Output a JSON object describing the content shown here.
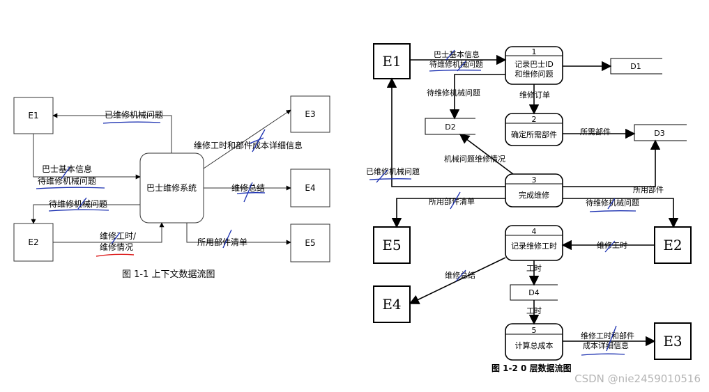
{
  "left": {
    "entities": {
      "e1": "E1",
      "e2": "E2",
      "e3": "E3",
      "e4": "E4",
      "e5": "E5"
    },
    "system": "巴士维修系统",
    "flows": {
      "e1_out": "已维修机械问题",
      "e1_in_1": "巴士基本信息",
      "e1_in_2": "待维修机械问题",
      "to_e2": "待维修机械问题",
      "e2_in_1": "维修工时/",
      "e2_in_2": "维修情况",
      "to_e3": "维修工时和部件成本详细信息",
      "to_e4": "维修总结",
      "to_e5": "所用部件清单"
    },
    "caption": "图 1-1 上下文数据流图"
  },
  "right": {
    "entities": {
      "e1": "E1",
      "e2": "E2",
      "e3": "E3",
      "e4": "E4",
      "e5": "E5"
    },
    "processes": {
      "p1": {
        "num": "1",
        "line1": "记录巴士ID",
        "line2": "和维修问题"
      },
      "p2": {
        "num": "2",
        "line1": "确定所需部件"
      },
      "p3": {
        "num": "3",
        "line1": "完成维修"
      },
      "p4": {
        "num": "4",
        "line1": "记录维修工时"
      },
      "p5": {
        "num": "5",
        "line1": "计算总成本"
      }
    },
    "stores": {
      "d1": "D1",
      "d2": "D2",
      "d3": "D3",
      "d4": "D4"
    },
    "flows": {
      "e1_p1_1": "巴士基本信息",
      "e1_p1_2": "待维修机械问题",
      "p1_d2": "待维修机械问题",
      "p1_p2": "维修订单",
      "p2_d3": "所需部件",
      "p3_d2": "机械问题维修情况",
      "p3_e1": "已维修机械问题",
      "p3_d3": "所用部件",
      "p3_e5": "所用部件清单",
      "e2_p3": "待维修机械问题",
      "e2_p4": "维修工时",
      "p4_e4": "维修总结",
      "p4_d4": "工时",
      "d4_p5": "工时",
      "p5_e3_1": "维修工时和部件",
      "p5_e3_2": "成本详细信息"
    },
    "caption": "图 1-2 0 层数据流图"
  },
  "watermark": "CSDN @nie2459010516"
}
